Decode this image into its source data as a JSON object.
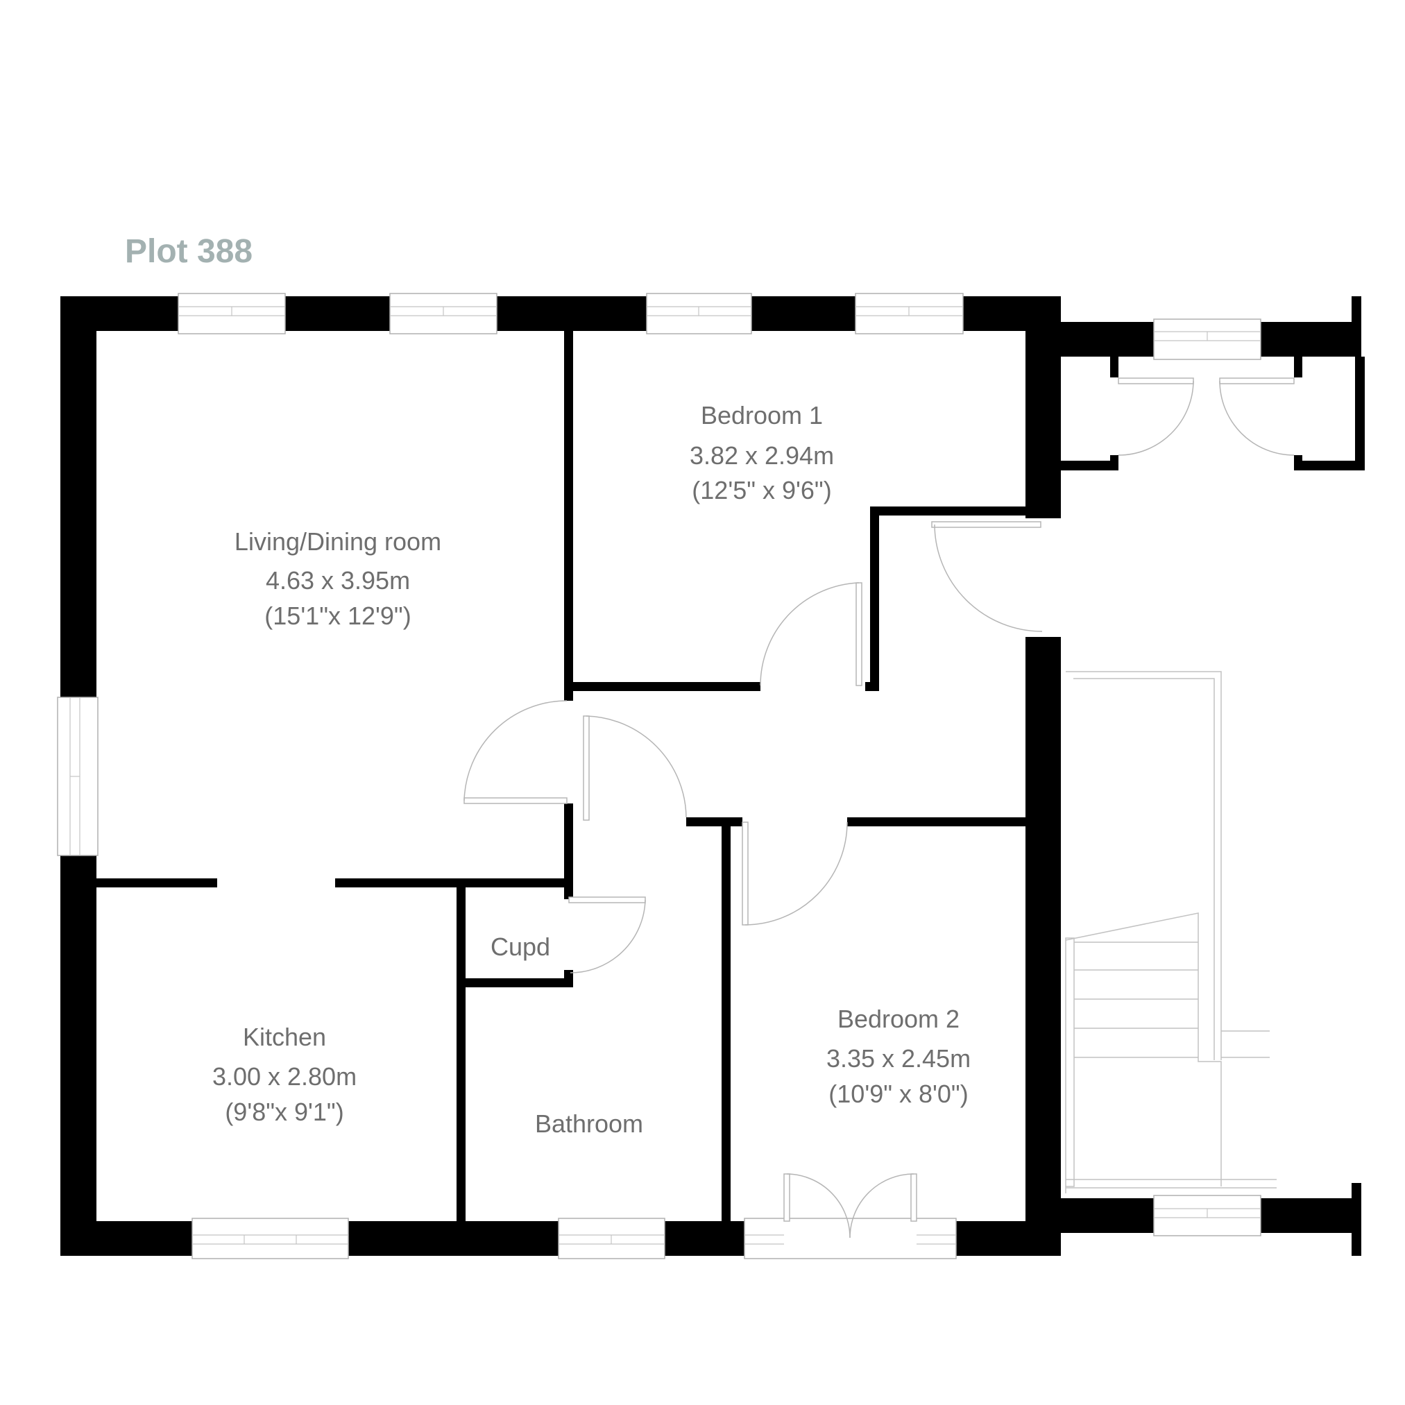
{
  "plot": {
    "title": "Plot 388"
  },
  "rooms": {
    "living": {
      "name": "Living/Dining room",
      "metric": "4.63 x 3.95m",
      "imperial": "(15'1\"x 12'9\")"
    },
    "bedroom1": {
      "name": "Bedroom 1",
      "metric": "3.82 x 2.94m",
      "imperial": "(12'5\" x 9'6\")"
    },
    "kitchen": {
      "name": "Kitchen",
      "metric": "3.00 x 2.80m",
      "imperial": "(9'8\"x 9'1\")"
    },
    "cupd": {
      "name": "Cupd"
    },
    "bathroom": {
      "name": "Bathroom"
    },
    "bedroom2": {
      "name": "Bedroom 2",
      "metric": "3.35 x 2.45m",
      "imperial": "(10'9\" x 8'0\")"
    }
  },
  "colors": {
    "wall": "#000000",
    "label": "#6e6e6e",
    "title": "#a3b1b1",
    "fixture": "#b5b5b5"
  }
}
